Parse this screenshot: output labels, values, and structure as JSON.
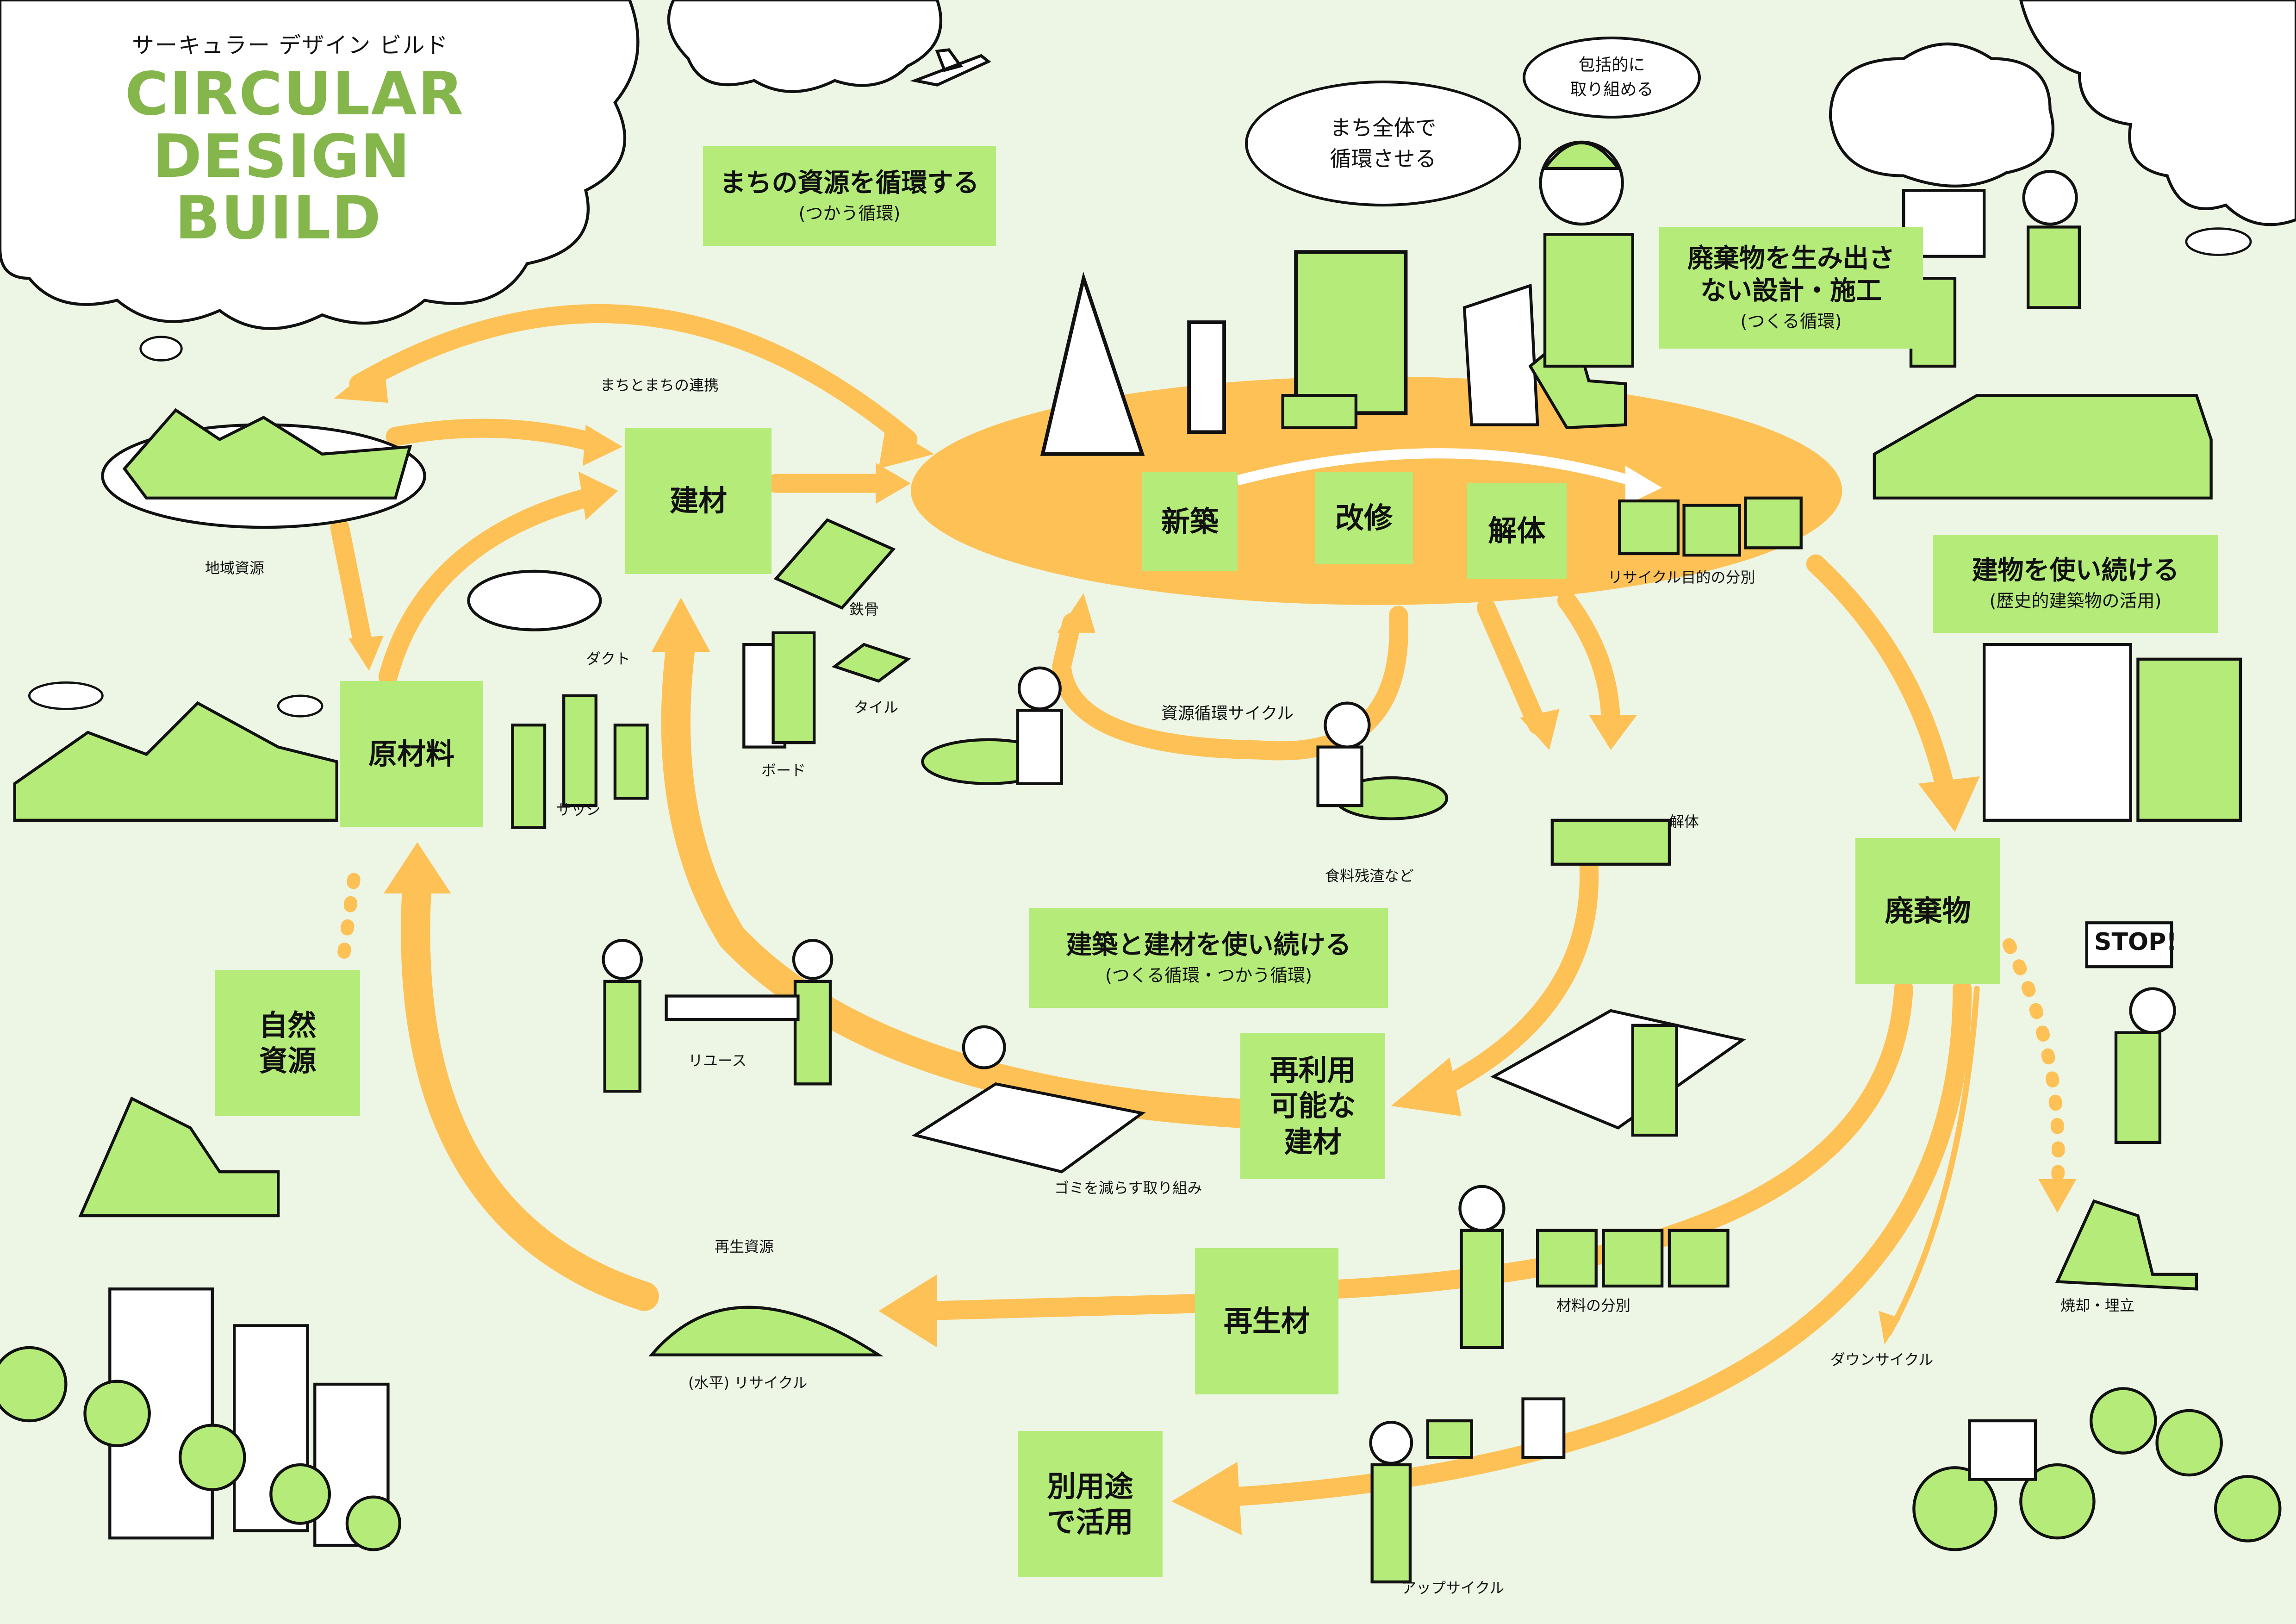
{
  "title": {
    "subtitle_ja": "サーキュラー デザイン ビルド",
    "lines": [
      "CIRCULAR",
      "DESIGN",
      "BUILD"
    ]
  },
  "colors": {
    "background": "#edf5e4",
    "box": "#b5eb79",
    "arrow": "#fdc156",
    "title": "#85b64c",
    "line": "#111111"
  },
  "boxes": {
    "town_resources": {
      "title": "まちの資源を循環する",
      "sub": "(つかう循環)"
    },
    "building_materials": {
      "title": "建材"
    },
    "raw_materials": {
      "title": "原材料"
    },
    "natural_resources": {
      "lines": [
        "自然",
        "資源"
      ]
    },
    "new_build": {
      "title": "新築"
    },
    "renovation": {
      "title": "改修"
    },
    "demolition": {
      "title": "解体"
    },
    "no_waste_design": {
      "lines": [
        "廃棄物を生み出さ",
        "ない設計・施工"
      ],
      "sub": "(つくる循環)"
    },
    "keep_using_buildings": {
      "title": "建物を使い続ける",
      "sub": "(歴史的建築物の活用)"
    },
    "waste": {
      "title": "廃棄物"
    },
    "keep_using_materials": {
      "title": "建築と建材を使い続ける",
      "sub": "(つくる循環・つかう循環)"
    },
    "reusable_materials": {
      "lines": [
        "再利用",
        "可能な",
        "建材"
      ]
    },
    "recycled_materials": {
      "title": "再生材"
    },
    "other_use": {
      "lines": [
        "別用途",
        "で活用"
      ]
    }
  },
  "bubbles": {
    "whole_town": [
      "まち全体で",
      "循環させる"
    ],
    "comprehensive": [
      "包括的に",
      "取り組める"
    ]
  },
  "labels": {
    "town_link": "まちとまちの連携",
    "local_resources": "地域資源",
    "steel": "鉄骨",
    "duct": "ダクト",
    "tile": "タイル",
    "board": "ボード",
    "sash": "サッシ",
    "resource_cycle": "資源循環サイクル",
    "food_waste": "食料残渣など",
    "demolition_small": "解体",
    "recycle_sorting": "リサイクル目的の分別",
    "reuse": "リユース",
    "reduce_waste": "ゴミを減らす取り組み",
    "recycled_resources": "再生資源",
    "horizontal_recycle": "(水平) リサイクル",
    "material_sorting": "材料の分別",
    "downcycle": "ダウンサイクル",
    "incineration": "焼却・埋立",
    "upcycle": "アップサイクル",
    "stop_sign": "STOP!"
  }
}
